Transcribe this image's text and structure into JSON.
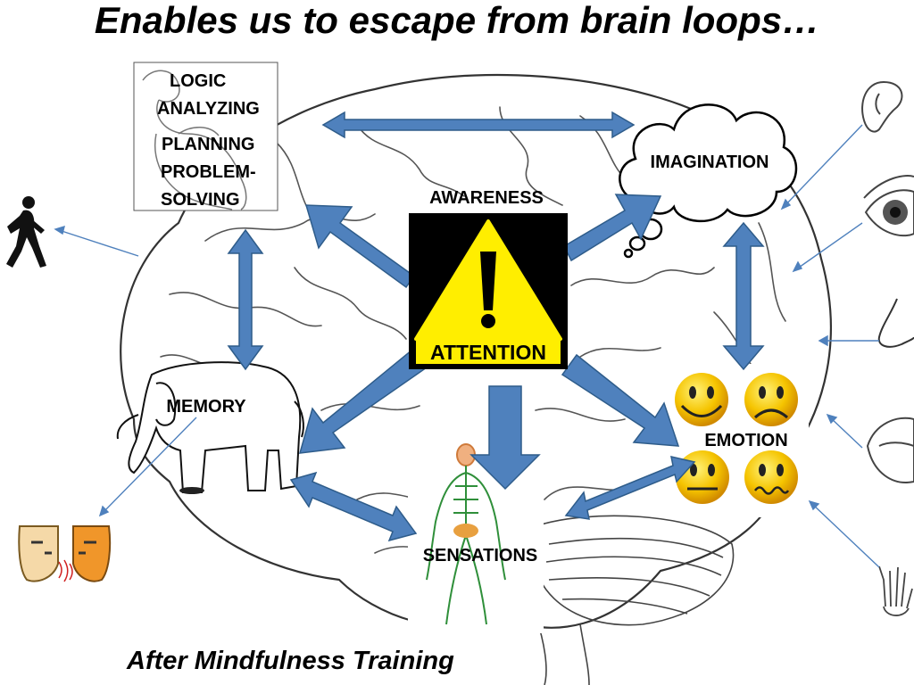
{
  "slide": {
    "title": "Enables us to escape from brain loops…",
    "subtitle": "After Mindfulness Training"
  },
  "labels": {
    "logic": "LOGIC",
    "analyzing": "ANALYZING",
    "planning": "PLANNING",
    "problem": "PROBLEM-",
    "solving": "SOLVING",
    "awareness": "AWARENESS",
    "imagination": "IMAGINATION",
    "memory": "MEMORY",
    "emotion": "EMOTION",
    "sensations": "SENSATIONS",
    "attention_sign": "ATTENTION"
  },
  "colors": {
    "arrow_fill": "#4f81bd",
    "arrow_stroke": "#2e5c8a",
    "sense_line": "#4f81bd",
    "sign_yellow": "#ffee00",
    "sign_black": "#000000",
    "smiley_yellow": "#f5c400"
  },
  "icons": [
    "walking-person-icon",
    "ear-icon",
    "eye-icon",
    "nose-icon",
    "mouth-icon",
    "hand-icon",
    "talking-faces-icon",
    "elephant-icon",
    "thinker-icon",
    "cloud-icon",
    "nervous-system-icon",
    "brain-outline-icon"
  ]
}
